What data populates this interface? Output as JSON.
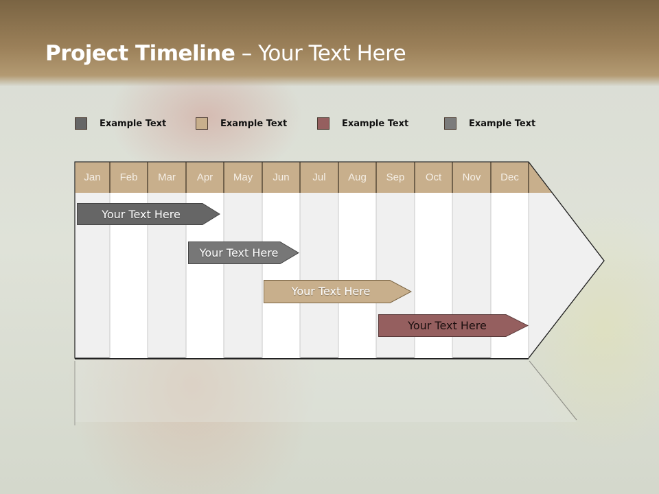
{
  "header": {
    "title_bold": "Project Timeline",
    "title_light": " – Your Text Here"
  },
  "legend": [
    {
      "label": "Example Text",
      "color": "#666666"
    },
    {
      "label": "Example Text",
      "color": "#c8af8c"
    },
    {
      "label": "Example Text",
      "color": "#955f5f"
    },
    {
      "label": "Example Text",
      "color": "#7b7b7b"
    }
  ],
  "timeline": {
    "months": [
      "Jan",
      "Feb",
      "Mar",
      "Apr",
      "May",
      "Jun",
      "Jul",
      "Aug",
      "Sep",
      "Oct",
      "Nov",
      "Dec"
    ],
    "header_color": "#c8af8c",
    "tasks": [
      {
        "label": "Your  Text Here",
        "start": "Jan",
        "end": "Apr",
        "color": "#666666",
        "text_color": "#ffffff"
      },
      {
        "label": "Your  Text Here",
        "start": "Apr",
        "end": "Jun",
        "color": "#777777",
        "text_color": "#ffffff"
      },
      {
        "label": "Your  Text Here",
        "start": "Jun",
        "end": "Sep",
        "color": "#c8af8c",
        "text_color": "#ffffff"
      },
      {
        "label": "Your  Text Here",
        "start": "Sep",
        "end": "Dec",
        "color": "#955f5f",
        "text_color": "#1a0e0e"
      }
    ]
  }
}
